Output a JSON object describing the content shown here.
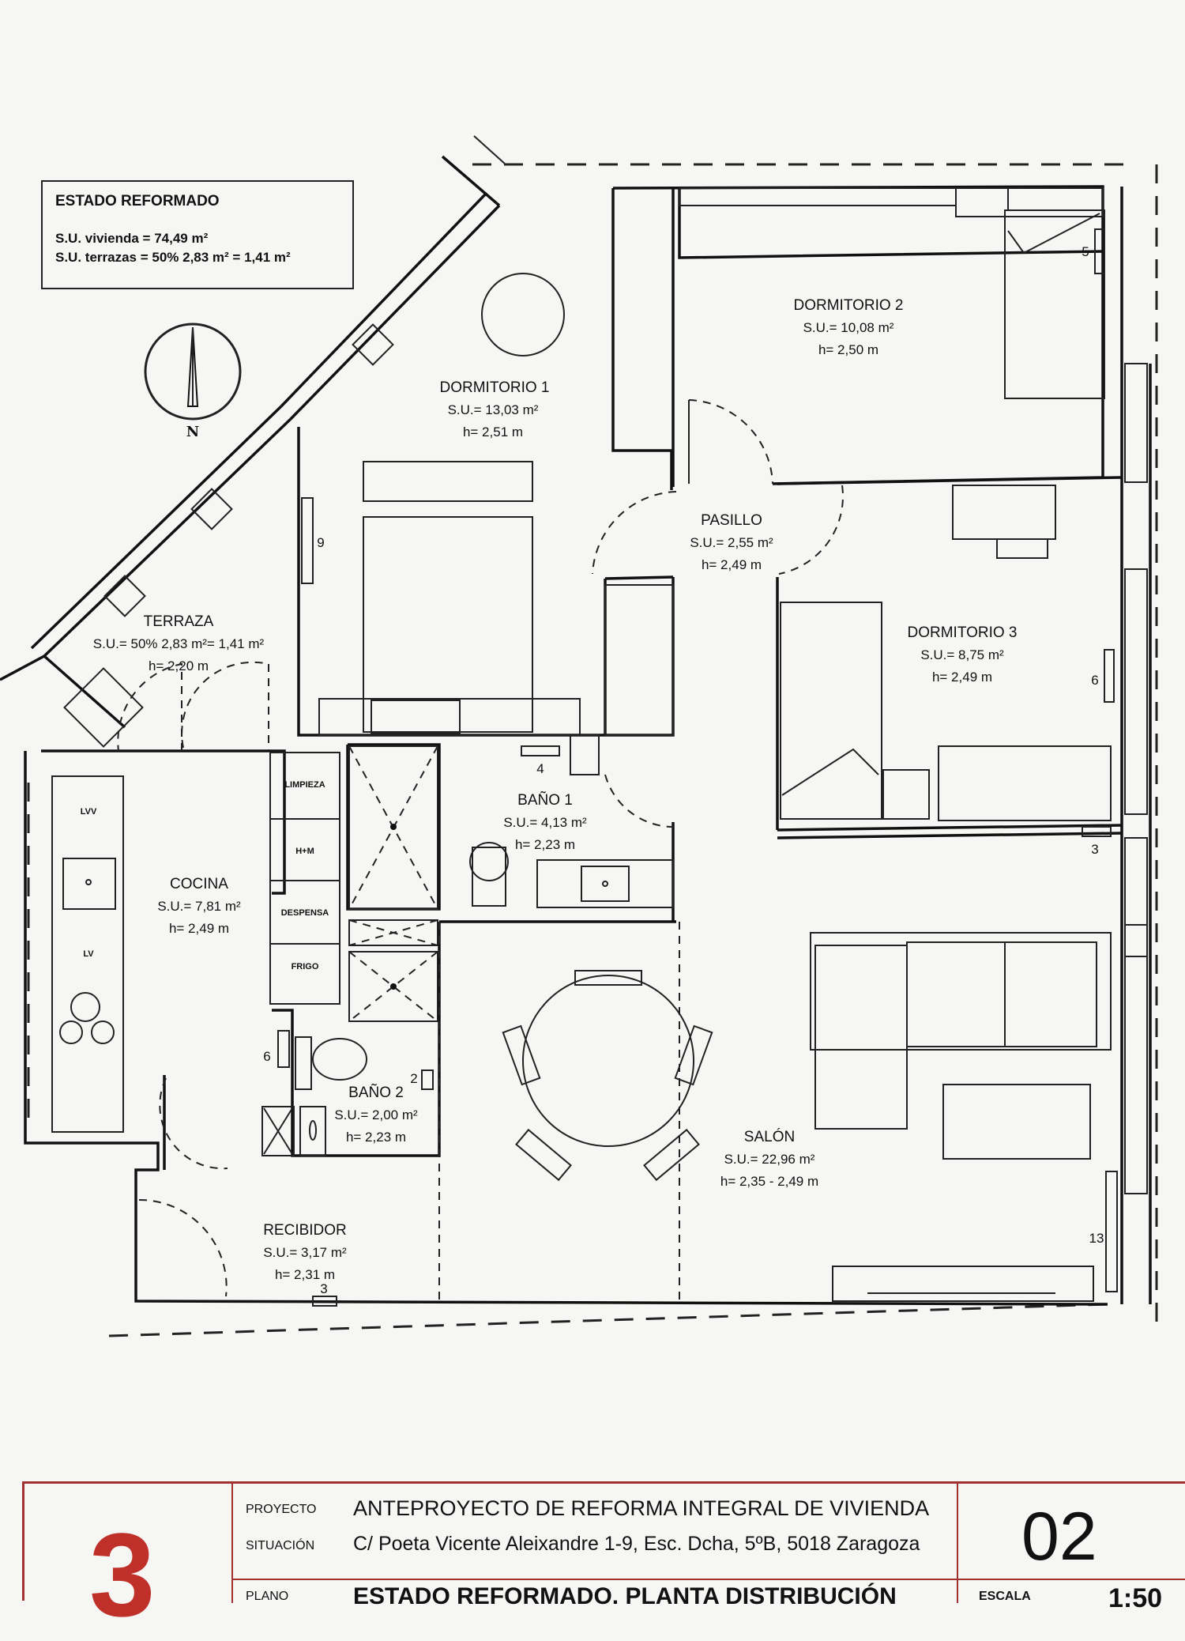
{
  "legend": {
    "title": "ESTADO REFORMADO",
    "line1": "S.U. vivienda = 74,49 m²",
    "line2": "S.U. terrazas = 50% 2,83 m² = 1,41 m²"
  },
  "north_label": "N",
  "rooms": {
    "dormitorio1": {
      "name": "DORMITORIO 1",
      "area": "S.U.= 13,03 m²",
      "height": "h= 2,51 m"
    },
    "dormitorio2": {
      "name": "DORMITORIO 2",
      "area": "S.U.= 10,08 m²",
      "height": "h= 2,50 m"
    },
    "pasillo": {
      "name": "PASILLO",
      "area": "S.U.= 2,55 m²",
      "height": "h= 2,49 m"
    },
    "dormitorio3": {
      "name": "DORMITORIO 3",
      "area": "S.U.= 8,75 m²",
      "height": "h= 2,49 m"
    },
    "terraza": {
      "name": "TERRAZA",
      "area": "S.U.= 50% 2,83 m²= 1,41 m²",
      "height": "h= 2,20 m"
    },
    "bano1": {
      "name": "BAÑO 1",
      "area": "S.U.= 4,13 m²",
      "height": "h= 2,23 m"
    },
    "cocina": {
      "name": "COCINA",
      "area": "S.U.= 7,81 m²",
      "height": "h= 2,49 m"
    },
    "bano2": {
      "name": "BAÑO 2",
      "area": "S.U.= 2,00 m²",
      "height": "h= 2,23 m"
    },
    "salon": {
      "name": "SALÓN",
      "area": "S.U.= 22,96 m²",
      "height": "h= 2,35 - 2,49 m"
    },
    "recibidor": {
      "name": "RECIBIDOR",
      "area": "S.U.= 3,17 m²",
      "height": "h= 2,31 m"
    }
  },
  "furniture": {
    "limpieza": "LIMPIEZA",
    "hm": "H+M",
    "despensa": "DESPENSA",
    "frigo": "FRIGO",
    "lvv": "LVV",
    "lv": "LV"
  },
  "outlets": {
    "d2": "5",
    "d1": "9",
    "d3": "6",
    "bano1": "4",
    "d3b": "3",
    "cocina": "6",
    "bano2": "2",
    "salon": "13",
    "recibidor": "3"
  },
  "titleblock": {
    "number": "3",
    "proyecto_label": "PROYECTO",
    "proyecto": "ANTEPROYECTO DE REFORMA INTEGRAL DE VIVIENDA",
    "situacion_label": "SITUACIÓN",
    "situacion": "C/ Poeta Vicente Aleixandre 1-9, Esc. Dcha, 5ºB, 5018 Zaragoza",
    "plano_label": "PLANO",
    "plano": "ESTADO REFORMADO. PLANTA DISTRIBUCIÓN",
    "sheet": "02",
    "escala_label": "ESCALA",
    "escala": "1:50"
  }
}
